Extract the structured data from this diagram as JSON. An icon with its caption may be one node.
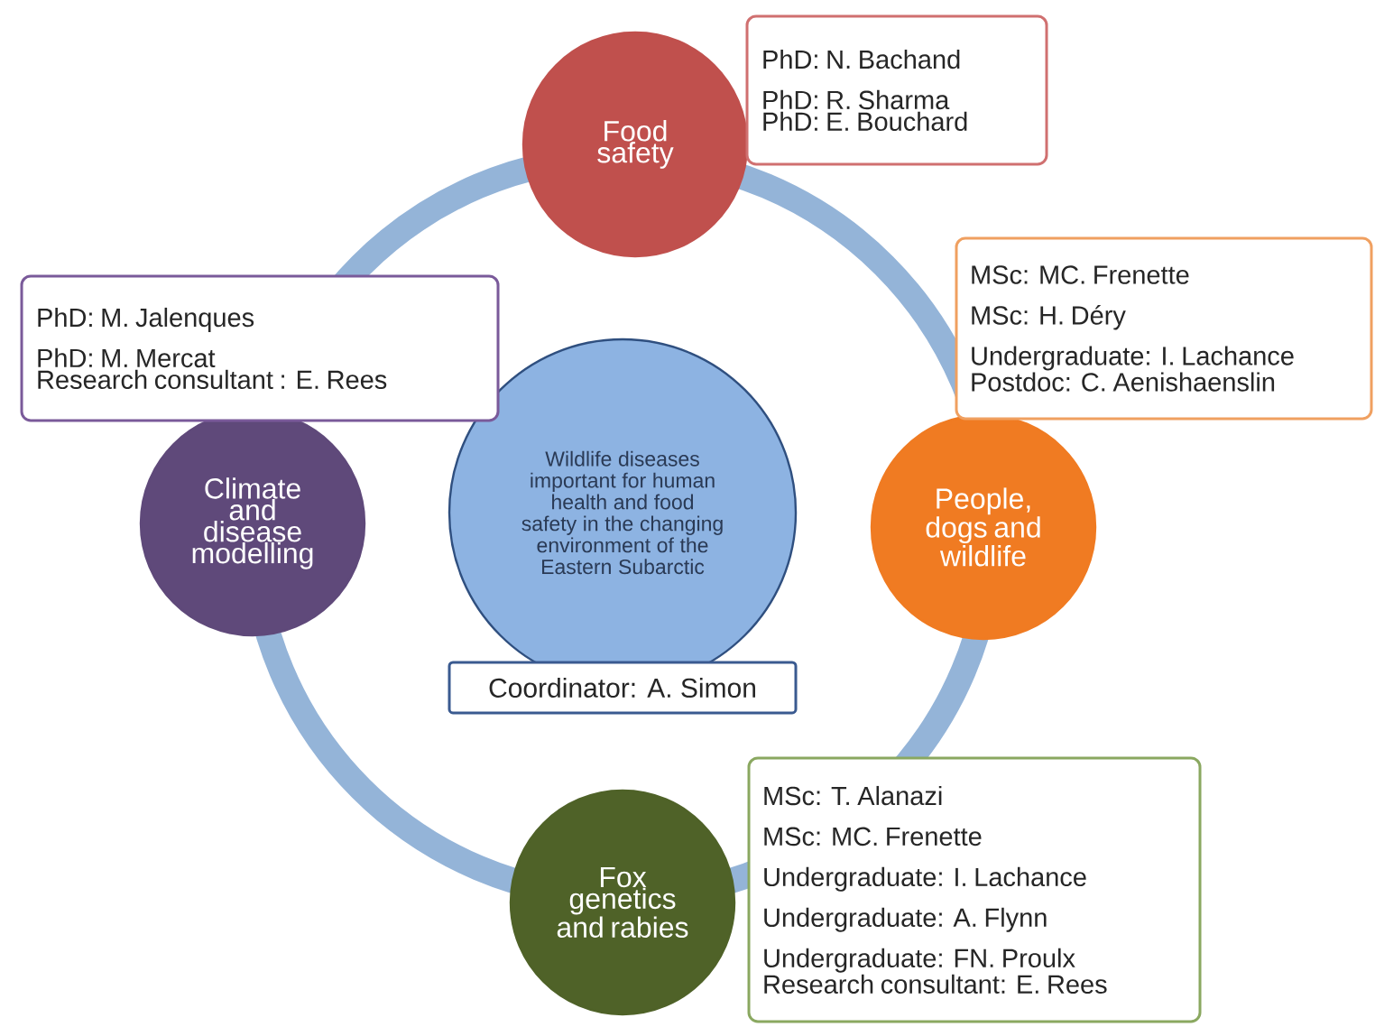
{
  "diagram": {
    "nodes": [
      {
        "text": [
          "Food safety"
        ]
      },
      {
        "text": [
          "People, dogs and wildlife"
        ]
      },
      {
        "text": [
          "Fox genetics and rabies"
        ]
      },
      {
        "text": [
          "Climate and disease modelling"
        ]
      },
      {
        "text": [
          "Wildlife diseases important for human health and food safety in the changing environment of the Eastern Subarctic"
        ]
      },
      {
        "text": [
          "Coordinator: A. Simon"
        ]
      },
      {
        "text": [
          "PhD: N. Bachand",
          "PhD: R. Sharma",
          "PhD: E. Bouchard"
        ]
      },
      {
        "text": [
          "MSc: MC. Frenette",
          "MSc: H. Déry",
          "Undergraduate: I. Lachance",
          "Postdoc: C. Aenishaenslin"
        ]
      },
      {
        "text": [
          "MSc: T. Alanazi",
          "MSc: MC. Frenette",
          "Undergraduate: I. Lachance",
          "Undergraduate: A. Flynn",
          "Undergraduate: FN. Proulx",
          "Research consultant: E. Rees"
        ]
      },
      {
        "text": [
          "PhD: M. Jalenques",
          "PhD: M. Mercat",
          "Research consultant : E. Rees"
        ]
      }
    ]
  }
}
